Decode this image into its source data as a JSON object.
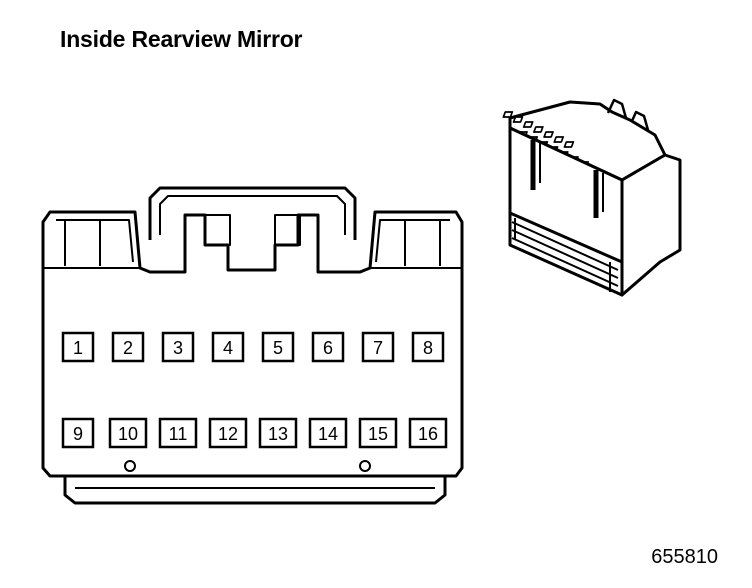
{
  "title": "Inside Rearview Mirror",
  "figure_id": "655810",
  "connector": {
    "pins_row1": [
      "1",
      "2",
      "3",
      "4",
      "5",
      "6",
      "7",
      "8"
    ],
    "pins_row2": [
      "9",
      "10",
      "11",
      "12",
      "13",
      "14",
      "15",
      "16"
    ]
  }
}
